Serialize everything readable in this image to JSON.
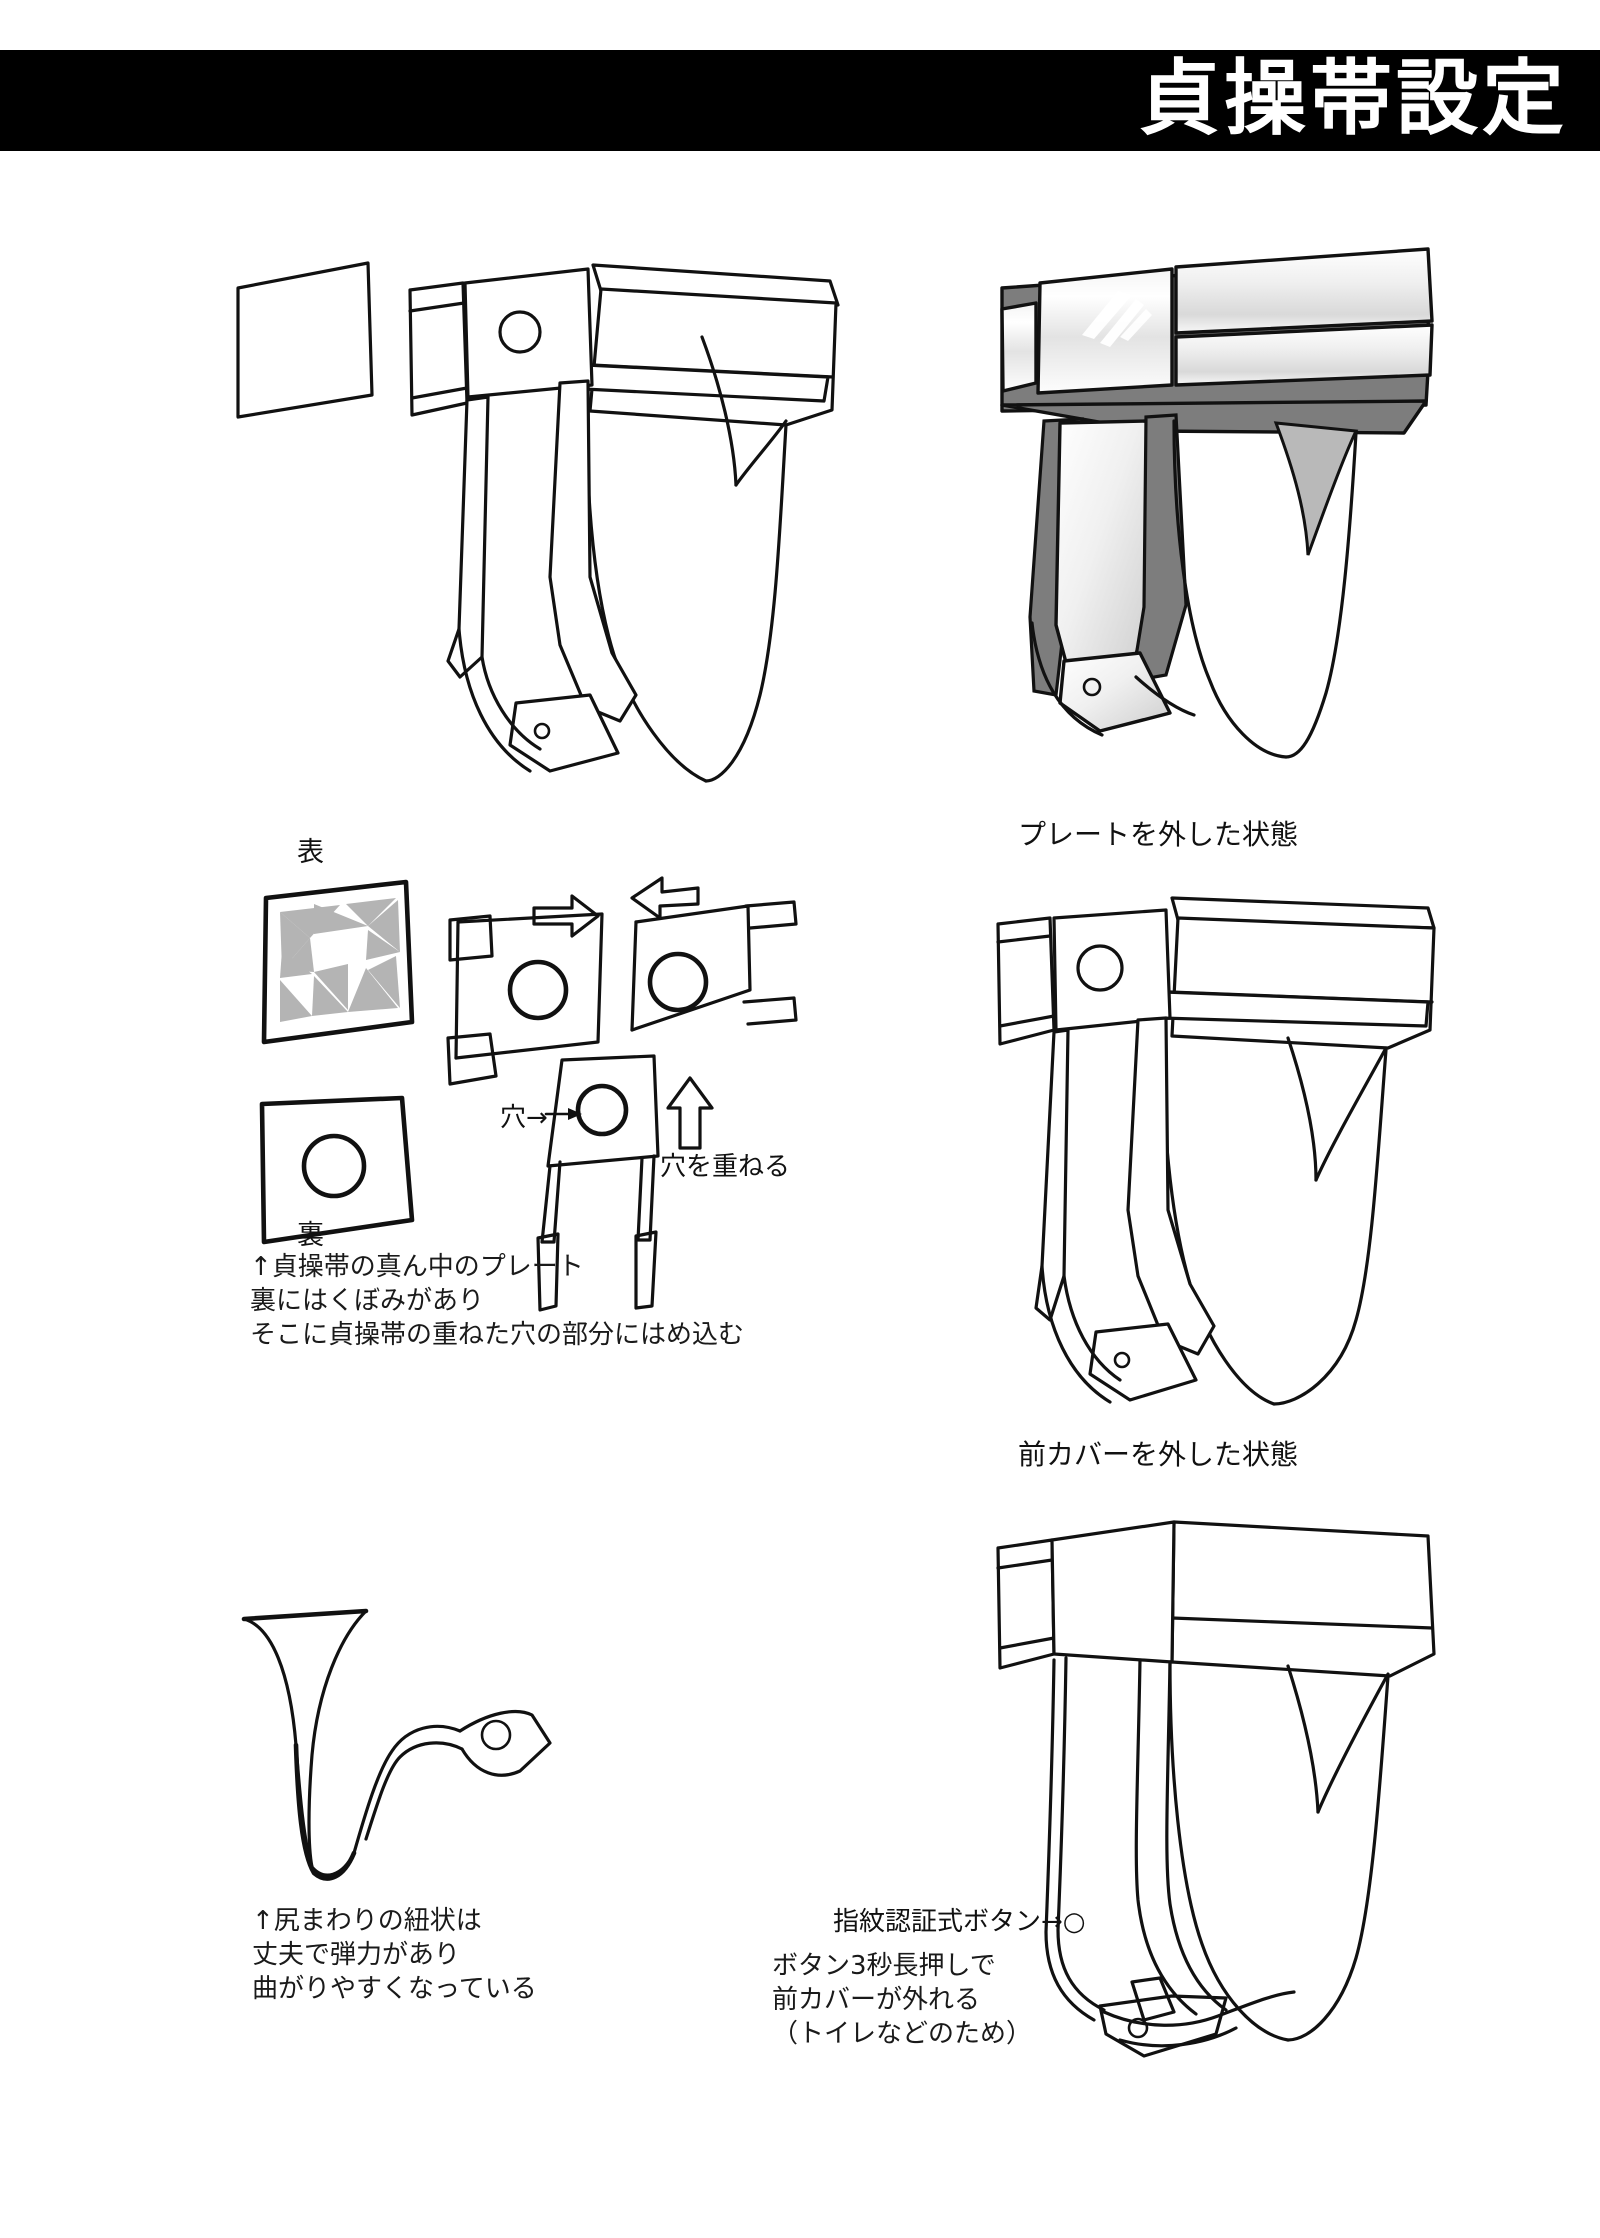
{
  "page": {
    "background_color": "#ffffff",
    "ink_color": "#111111",
    "banner_color": "#000000",
    "banner_text_color": "#ffffff",
    "shade_grey": "#7d7d7d",
    "pattern_grey": "#b4b4b4"
  },
  "header": {
    "title": "貞操帯設定"
  },
  "figures": {
    "top_left": {
      "name": "chastity-belt-lineart-front",
      "detached_plate_label": ""
    },
    "top_right": {
      "name": "chastity-belt-shaded-front"
    },
    "middle_right": {
      "caption": "プレートを外した状態"
    },
    "bottom_right": {
      "caption": "前カバーを外した状態"
    }
  },
  "plate_diagram": {
    "front_label": "表",
    "back_label": "裏",
    "hole_label": "穴→",
    "overlap_label": "穴を重ねる"
  },
  "notes": {
    "plate_note": "↑貞操帯の真ん中のプレート\n裏にはくぼみがあり\nそこに貞操帯の重ねた穴の部分にはめ込む",
    "strap_note": "↑尻まわりの紐状は\n丈夫で弾力があり\n曲がりやすくなっている",
    "button_pointer": "指紋認証式ボタン→○",
    "button_note": "ボタン3秒長押しで\n前カバーが外れる\n（トイレなどのため）"
  }
}
